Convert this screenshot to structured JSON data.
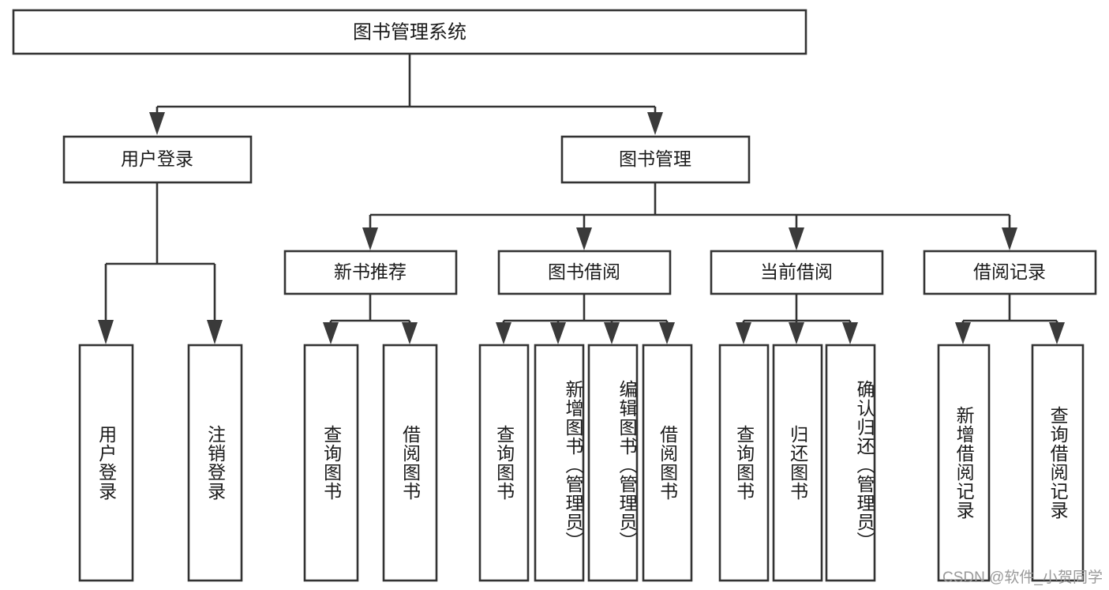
{
  "diagram": {
    "type": "hierarchy-tree",
    "title": "图书管理系统",
    "watermark": "CSDN @软件_小贺同学",
    "colors": {
      "box_stroke": "#333333",
      "box_fill": "#ffffff",
      "text": "#1a1a1a",
      "watermark": "#9a9a9a"
    },
    "root": {
      "label": "图书管理系统",
      "children": [
        {
          "label": "用户登录",
          "children": [
            {
              "label": "用户登录"
            },
            {
              "label": "注销登录"
            }
          ]
        },
        {
          "label": "图书管理",
          "children": [
            {
              "label": "新书推荐",
              "children": [
                {
                  "label": "查询图书"
                },
                {
                  "label": "借阅图书"
                }
              ]
            },
            {
              "label": "图书借阅",
              "children": [
                {
                  "label": "查询图书"
                },
                {
                  "label": "新增图书（管理员）"
                },
                {
                  "label": "编辑图书（管理员）"
                },
                {
                  "label": "借阅图书"
                }
              ]
            },
            {
              "label": "当前借阅",
              "children": [
                {
                  "label": "查询图书"
                },
                {
                  "label": "归还图书"
                },
                {
                  "label": "确认归还（管理员）"
                }
              ]
            },
            {
              "label": "借阅记录",
              "children": [
                {
                  "label": "新增借阅记录"
                },
                {
                  "label": "查询借阅记录"
                }
              ]
            }
          ]
        }
      ]
    },
    "nodes": {
      "title_box": {
        "label": "图书管理系统"
      },
      "level2": [
        {
          "label": "用户登录"
        },
        {
          "label": "图书管理"
        }
      ],
      "level3": [
        {
          "label": "新书推荐"
        },
        {
          "label": "图书借阅"
        },
        {
          "label": "当前借阅"
        },
        {
          "label": "借阅记录"
        }
      ],
      "leaves": [
        {
          "label": "用户登录"
        },
        {
          "label": "注销登录"
        },
        {
          "label": "查询图书"
        },
        {
          "label": "借阅图书"
        },
        {
          "label": "查询图书"
        },
        {
          "label": "新增图书（管理员）"
        },
        {
          "label": "编辑图书（管理员）"
        },
        {
          "label": "借阅图书"
        },
        {
          "label": "查询图书"
        },
        {
          "label": "归还图书"
        },
        {
          "label": "确认归还（管理员）"
        },
        {
          "label": "新增借阅记录"
        },
        {
          "label": "查询借阅记录"
        }
      ]
    }
  }
}
